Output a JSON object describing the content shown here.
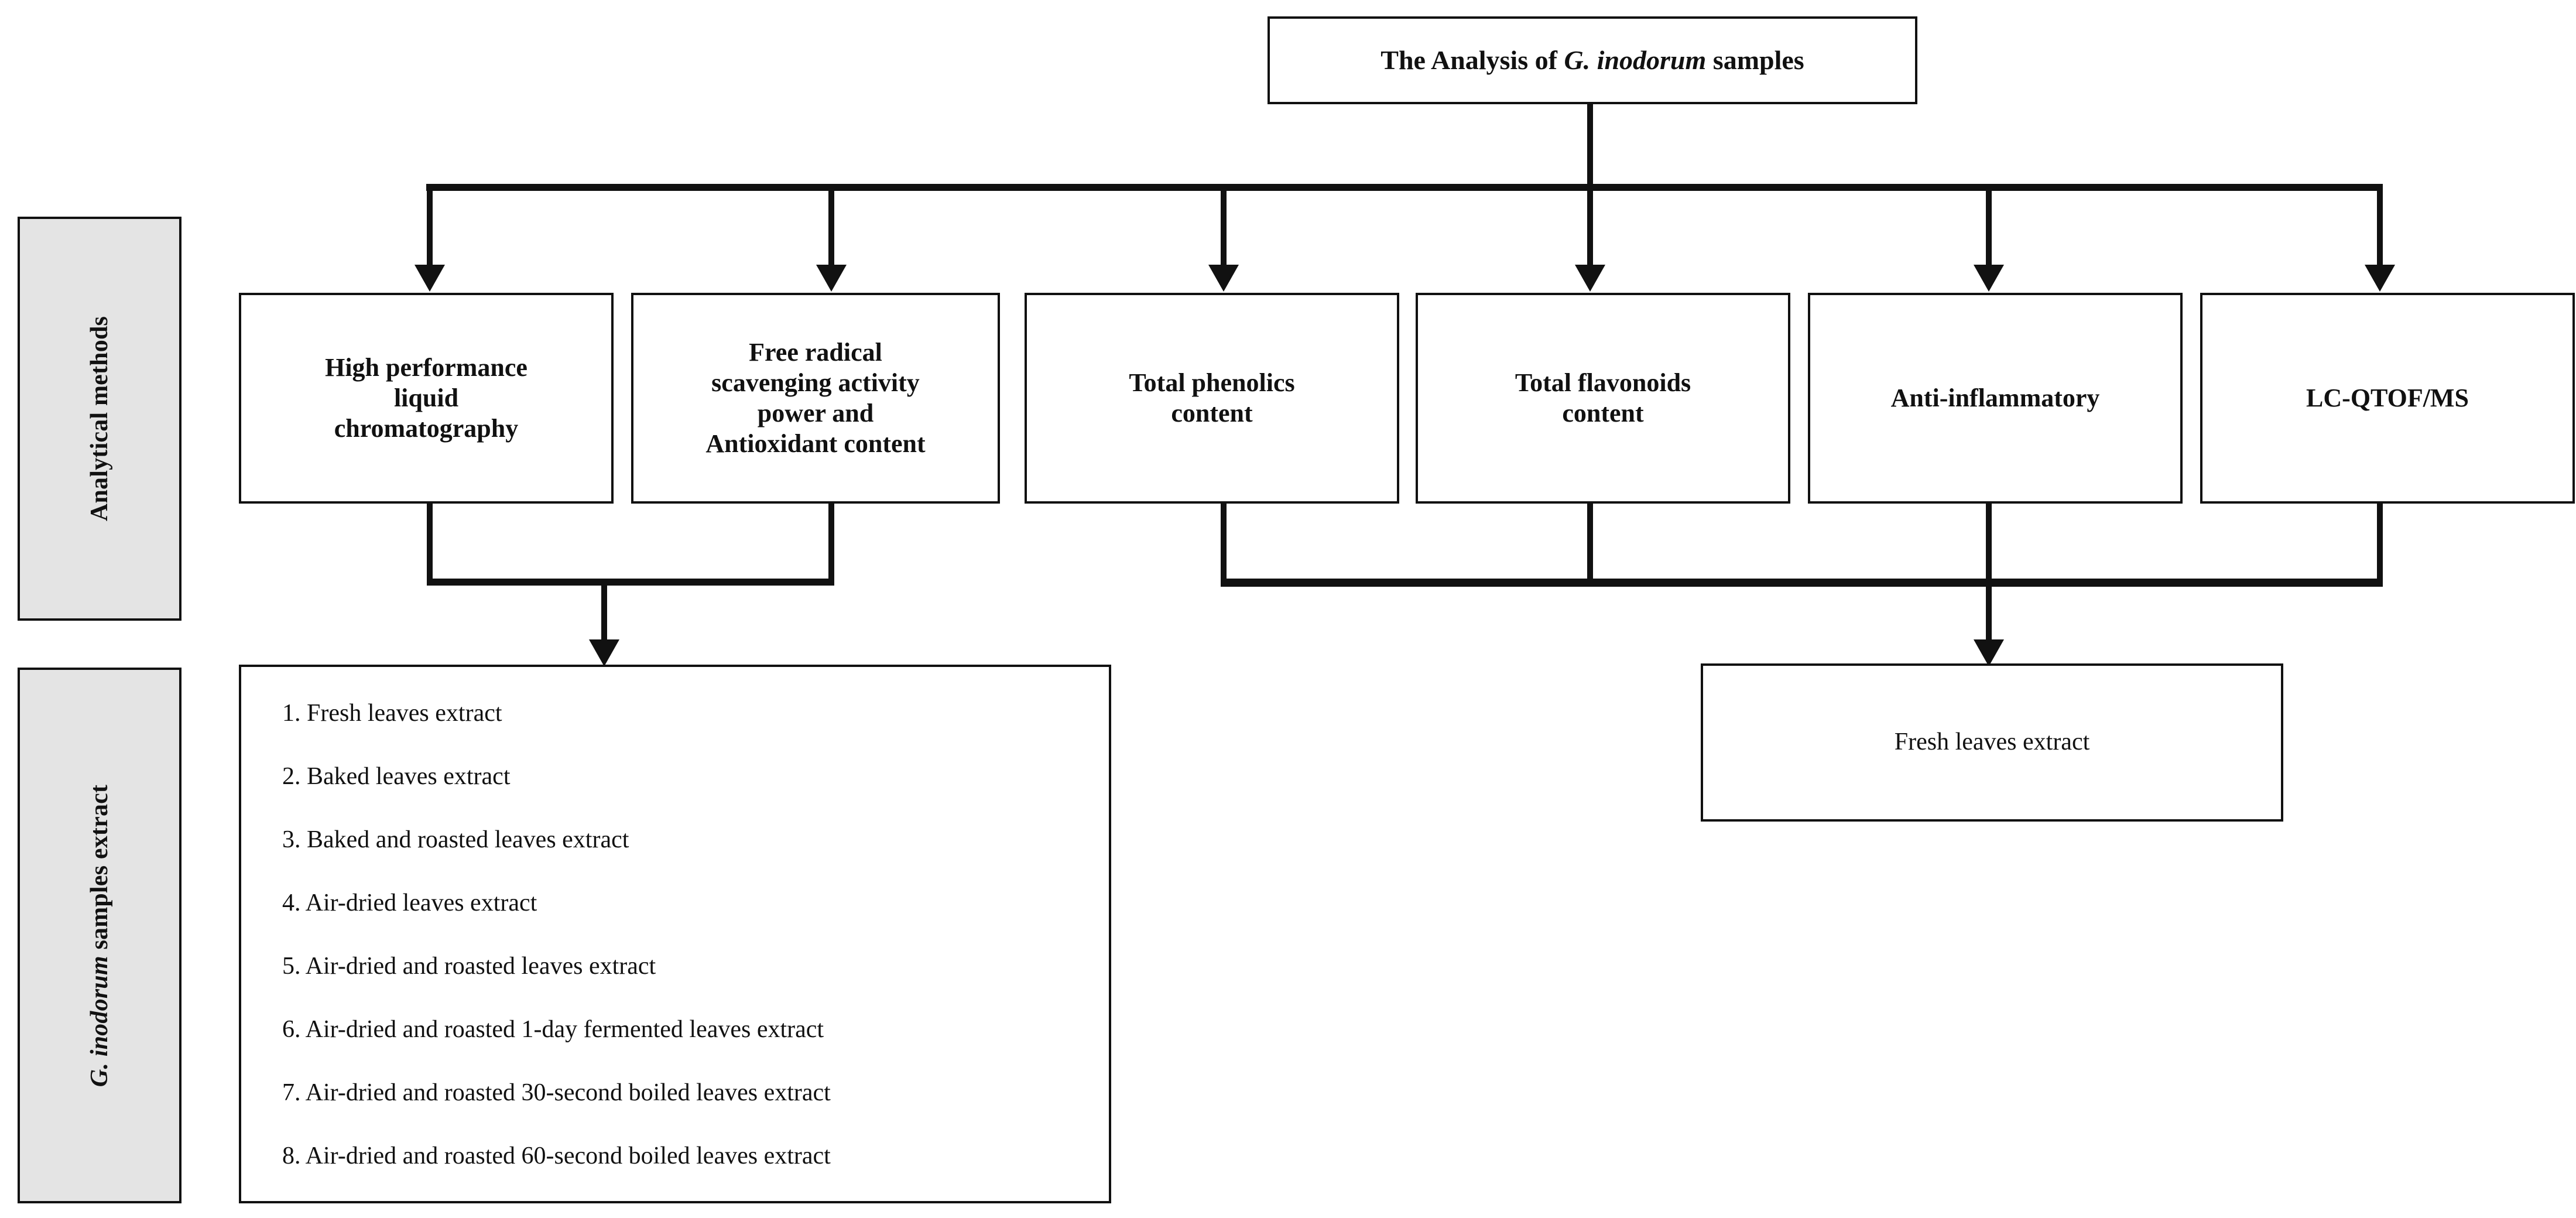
{
  "diagram": {
    "title_box": {
      "prefix": "The Analysis of ",
      "species": "G. inodorum",
      "suffix": " samples"
    },
    "bands": [
      {
        "id": "analytical-methods",
        "label": "Analytical methods"
      },
      {
        "id": "sample-extract",
        "species": "G. inodorum",
        "label_suffix": " samples extract"
      }
    ],
    "methods": [
      {
        "id": "hplc",
        "label": "High performance\nliquid\nchromatography"
      },
      {
        "id": "free-radical",
        "label": "Free radical\nscavenging activity\npower and\nAntioxidant content"
      },
      {
        "id": "total-phenolics",
        "label": "Total phenolics\ncontent"
      },
      {
        "id": "total-flavonoids",
        "label": "Total flavonoids\ncontent"
      },
      {
        "id": "anti-inflammatory",
        "label": "Anti-inflammatory"
      },
      {
        "id": "lc-qtof-ms",
        "label": "LC-QTOF/MS"
      }
    ],
    "sample_list": {
      "items": [
        "1. Fresh leaves extract",
        "2. Baked leaves extract",
        "3. Baked and roasted leaves extract",
        "4. Air-dried leaves extract",
        "5. Air-dried and roasted leaves extract",
        "6. Air-dried and roasted 1-day fermented leaves extract",
        "7. Air-dried and roasted 30-second boiled leaves extract",
        "8. Air-dried and roasted 60-second boiled leaves extract"
      ]
    },
    "fresh_extract_box": {
      "label": "Fresh leaves extract"
    },
    "colors": {
      "line": "#111111",
      "band_fill": "#e4e4e4",
      "box_fill": "#ffffff",
      "text": "#111111"
    }
  }
}
